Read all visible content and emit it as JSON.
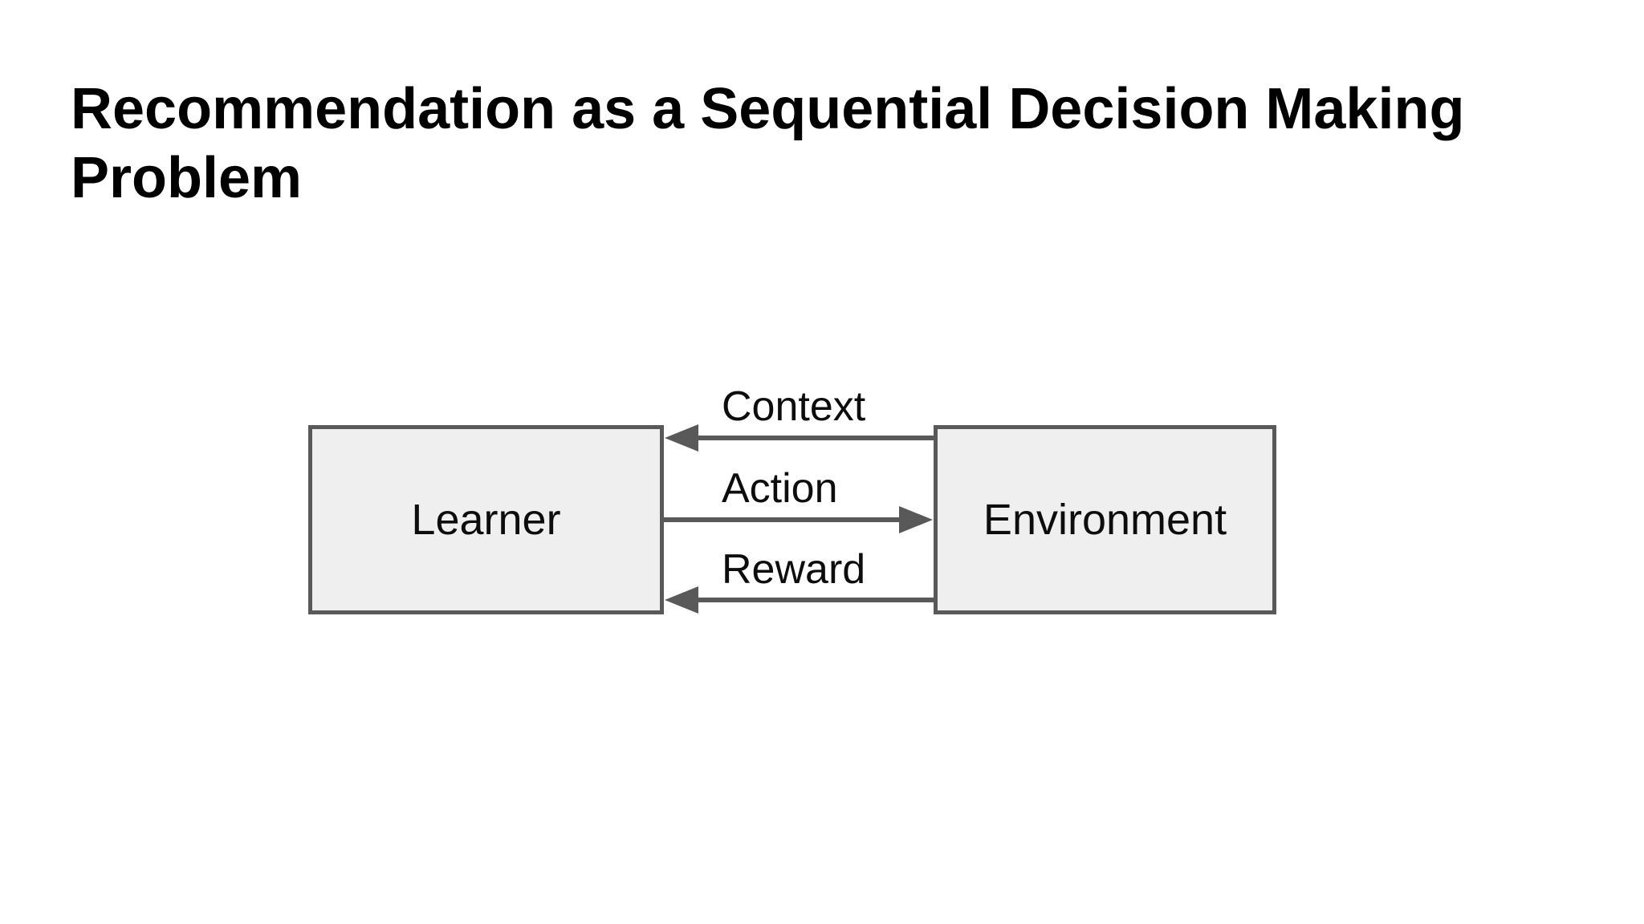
{
  "slide": {
    "title": "Recommendation as a Sequential Decision Making Problem",
    "background": "#ffffff"
  },
  "colors": {
    "title_text": "#000000",
    "node_fill": "#efefef",
    "node_border": "#595959",
    "arrow": "#595959",
    "label_text": "#0d0d0d"
  },
  "diagram": {
    "nodes": [
      {
        "label": "Learner"
      },
      {
        "label": "Environment"
      }
    ],
    "edges": [
      {
        "label": "Context",
        "from": "Environment",
        "to": "Learner",
        "direction": "left"
      },
      {
        "label": "Action",
        "from": "Learner",
        "to": "Environment",
        "direction": "right"
      },
      {
        "label": "Reward",
        "from": "Environment",
        "to": "Learner",
        "direction": "left"
      }
    ]
  }
}
